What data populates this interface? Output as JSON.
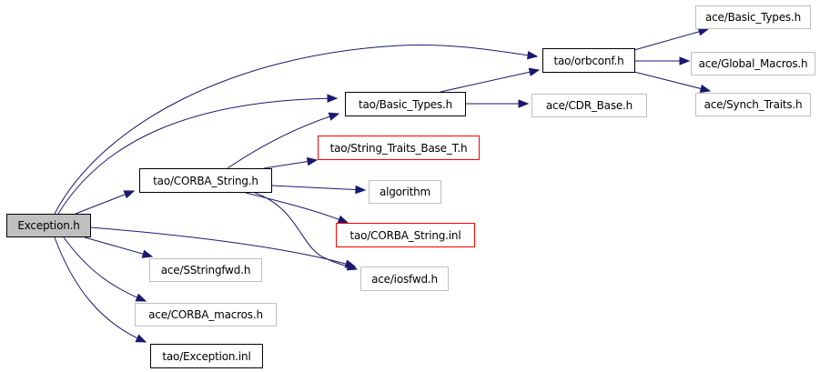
{
  "diagram": {
    "title": "Exception.h include dependency graph",
    "edge_color": "#191970",
    "nodes": [
      {
        "id": "exception_h",
        "label": "Exception.h",
        "style": "root"
      },
      {
        "id": "tao_orbconf_h",
        "label": "tao/orbconf.h",
        "style": "black"
      },
      {
        "id": "ace_basic_types_h",
        "label": "ace/Basic_Types.h",
        "style": "gray"
      },
      {
        "id": "ace_global_macros_h",
        "label": "ace/Global_Macros.h",
        "style": "gray"
      },
      {
        "id": "ace_synch_traits_h",
        "label": "ace/Synch_Traits.h",
        "style": "gray"
      },
      {
        "id": "tao_basic_types_h",
        "label": "tao/Basic_Types.h",
        "style": "black"
      },
      {
        "id": "ace_cdr_base_h",
        "label": "ace/CDR_Base.h",
        "style": "gray"
      },
      {
        "id": "tao_string_traits_base_t_h",
        "label": "tao/String_Traits_Base_T.h",
        "style": "red"
      },
      {
        "id": "tao_corba_string_h",
        "label": "tao/CORBA_String.h",
        "style": "black"
      },
      {
        "id": "algorithm",
        "label": "algorithm",
        "style": "gray"
      },
      {
        "id": "tao_corba_string_inl",
        "label": "tao/CORBA_String.inl",
        "style": "red"
      },
      {
        "id": "ace_sstringfwd_h",
        "label": "ace/SStringfwd.h",
        "style": "gray"
      },
      {
        "id": "ace_iosfwd_h",
        "label": "ace/iosfwd.h",
        "style": "gray"
      },
      {
        "id": "ace_corba_macros_h",
        "label": "ace/CORBA_macros.h",
        "style": "gray"
      },
      {
        "id": "tao_exception_inl",
        "label": "tao/Exception.inl",
        "style": "black"
      }
    ],
    "edges": [
      {
        "from": "exception_h",
        "to": "tao_orbconf_h"
      },
      {
        "from": "exception_h",
        "to": "tao_basic_types_h"
      },
      {
        "from": "exception_h",
        "to": "tao_corba_string_h"
      },
      {
        "from": "exception_h",
        "to": "ace_iosfwd_h"
      },
      {
        "from": "exception_h",
        "to": "ace_sstringfwd_h"
      },
      {
        "from": "exception_h",
        "to": "ace_corba_macros_h"
      },
      {
        "from": "exception_h",
        "to": "tao_exception_inl"
      },
      {
        "from": "tao_orbconf_h",
        "to": "ace_basic_types_h"
      },
      {
        "from": "tao_orbconf_h",
        "to": "ace_global_macros_h"
      },
      {
        "from": "tao_orbconf_h",
        "to": "ace_synch_traits_h"
      },
      {
        "from": "tao_basic_types_h",
        "to": "tao_orbconf_h"
      },
      {
        "from": "tao_basic_types_h",
        "to": "ace_cdr_base_h"
      },
      {
        "from": "tao_corba_string_h",
        "to": "tao_basic_types_h"
      },
      {
        "from": "tao_corba_string_h",
        "to": "tao_string_traits_base_t_h"
      },
      {
        "from": "tao_corba_string_h",
        "to": "algorithm"
      },
      {
        "from": "tao_corba_string_h",
        "to": "tao_corba_string_inl"
      },
      {
        "from": "tao_corba_string_h",
        "to": "ace_iosfwd_h"
      }
    ]
  }
}
